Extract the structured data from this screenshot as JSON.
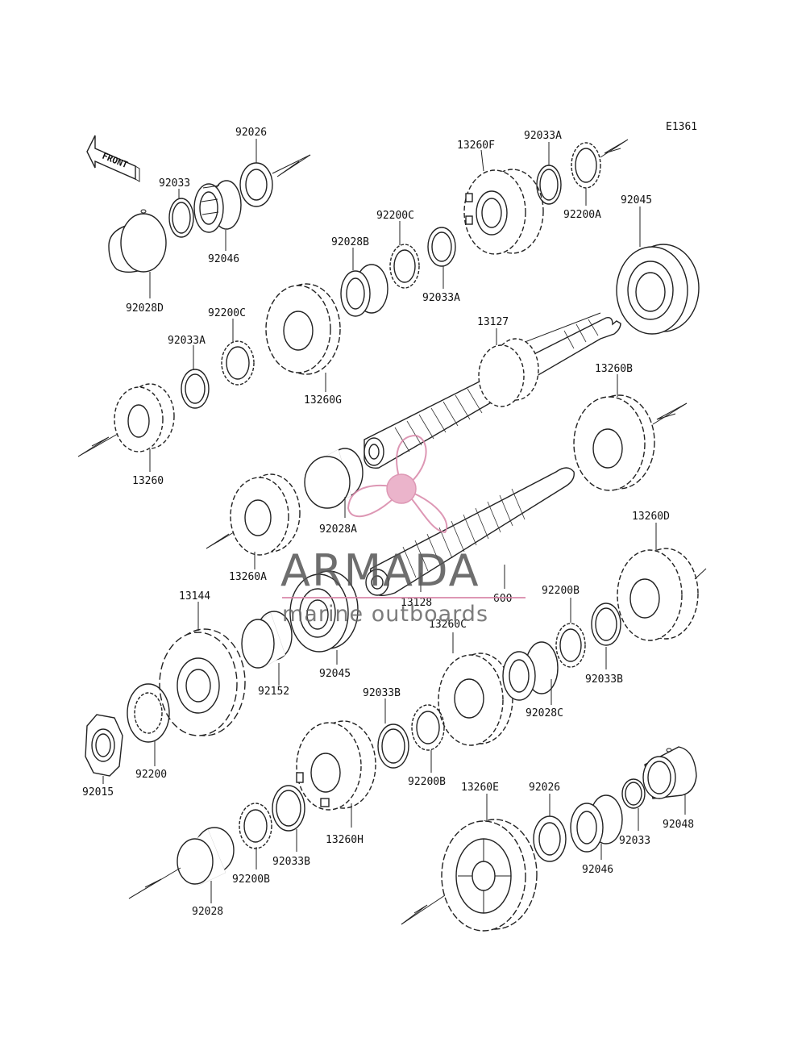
{
  "diagram_id": "E1361",
  "front_label": "FRONT",
  "watermark": {
    "brand": "ARMADA",
    "tagline": "marine outboards"
  },
  "labels": {
    "p92026_top": "92026",
    "p92033_top": "92033",
    "p92046_top": "92046",
    "p92028D": "92028D",
    "p13260F": "13260F",
    "p92033A_top": "92033A",
    "p92200A": "92200A",
    "p92045_top": "92045",
    "p92200C_mid": "92200C",
    "p92028B": "92028B",
    "p92033A_mid": "92033A",
    "p92200C_left": "92200C",
    "p92033A_left": "92033A",
    "p13260G": "13260G",
    "p13127": "13127",
    "p13260B": "13260B",
    "p13260": "13260",
    "p92028A": "92028A",
    "p13260A": "13260A",
    "p13260D": "13260D",
    "p13144": "13144",
    "p13128": "13128",
    "p600": "600",
    "p92200B_right": "92200B",
    "p13260C": "13260C",
    "p92045_mid": "92045",
    "p92152": "92152",
    "p92033B_right": "92033B",
    "p92033B_mid": "92033B",
    "p92028C": "92028C",
    "p92015": "92015",
    "p92200": "92200",
    "p92200B_mid": "92200B",
    "p13260E": "13260E",
    "p92026_bot": "92026",
    "p92033_bot": "92033",
    "p92048": "92048",
    "p13260H": "13260H",
    "p92033B_low": "92033B",
    "p92046_bot": "92046",
    "p92200B_low": "92200B",
    "p92028": "92028"
  }
}
